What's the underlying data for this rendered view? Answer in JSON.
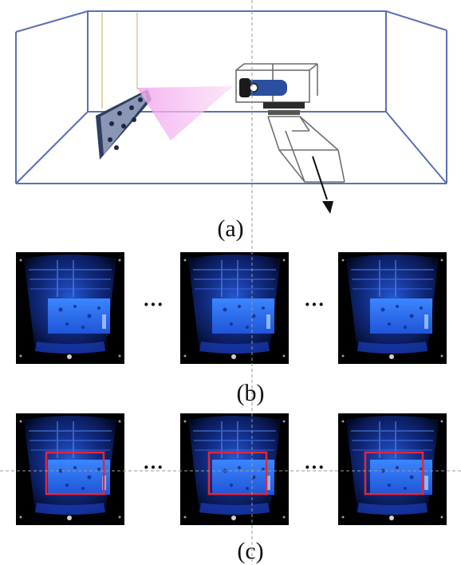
{
  "captions": {
    "a": "(a)",
    "b": "(b)",
    "c": "(c)"
  },
  "ellipsis": "···",
  "colors": {
    "tank_outline": "#5b6fb8",
    "sonar_beam": "#f4b8f0",
    "sonar_panel_bg": "#000000",
    "sonar_glow": "#2f6bff",
    "roi_box": "#e0283a",
    "guide_line": "#9a9a9a"
  }
}
